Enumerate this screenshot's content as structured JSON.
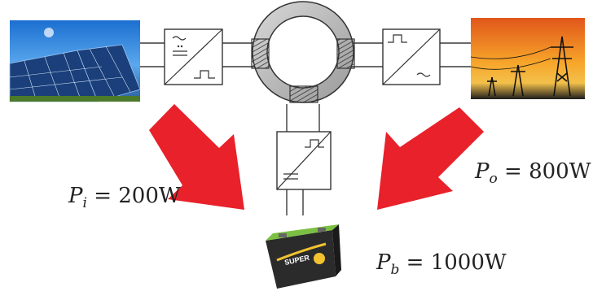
{
  "colors": {
    "arrow": "#e8212a",
    "line": "#3a3a3a",
    "ring": "#bdbdbd",
    "solar_sky": "#2f8ae0",
    "grid_sky": "#f08a1a",
    "battery_body": "#2b2b2b",
    "battery_top": "#7bc043"
  },
  "icons": {
    "solar_panel": "solar-panel-photo",
    "grid": "power-lines-photo",
    "battery": "battery-photo",
    "transformer": "toroidal-transformer",
    "converter": "power-converter-block"
  },
  "labels": {
    "input": {
      "symbol": "P",
      "sub": "i",
      "value": " = 200W"
    },
    "output": {
      "symbol": "P",
      "sub": "o",
      "value": " = 800W"
    },
    "battery": {
      "symbol": "P",
      "sub": "b",
      "value": " = 1000W"
    },
    "battery_brand": "SUPER"
  }
}
